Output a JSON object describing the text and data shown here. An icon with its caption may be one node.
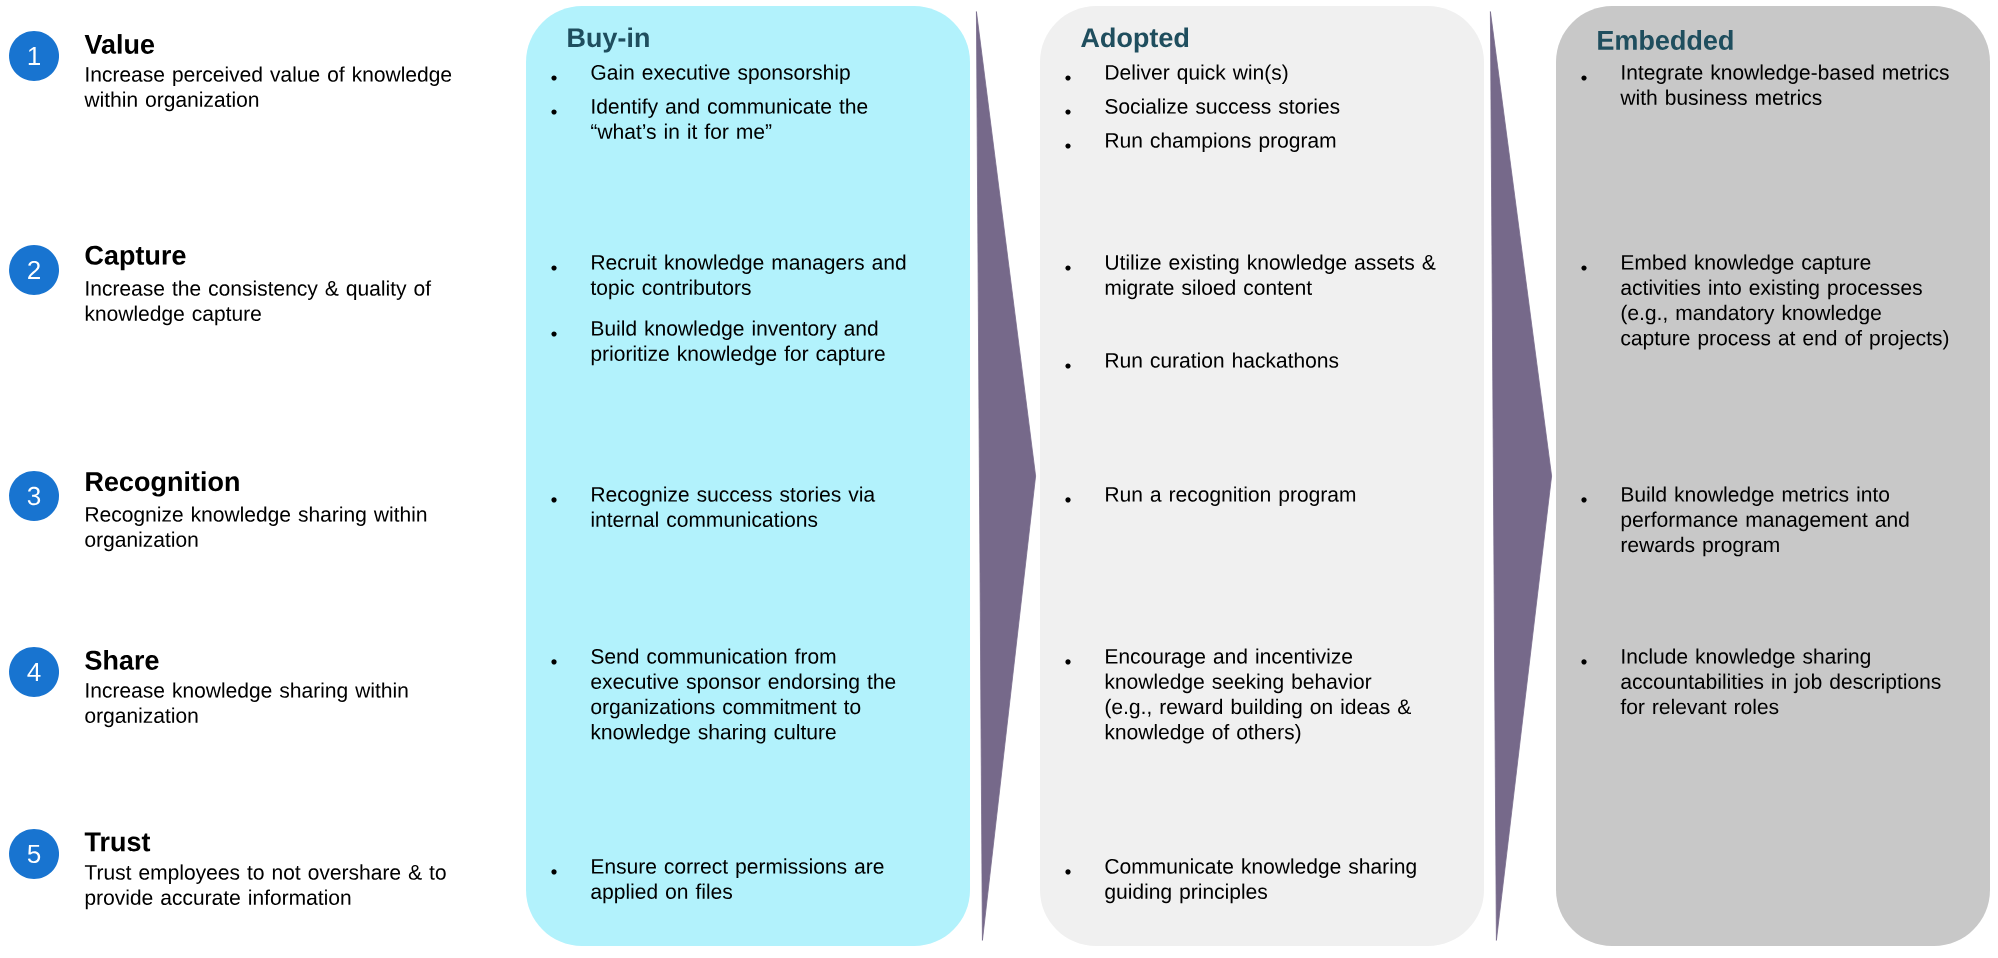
{
  "diagram": {
    "nodes": [
      {
        "text": [
          "1"
        ],
        "beside": [
          "Value",
          "Increase perceived value of knowledge within organization"
        ]
      },
      {
        "text": [
          "2"
        ],
        "beside": [
          "Capture",
          "Increase the consistency & quality of knowledge capture"
        ]
      },
      {
        "text": [
          "3"
        ],
        "beside": [
          "Recognition",
          "Recognize knowledge sharing within organization"
        ]
      },
      {
        "text": [
          "4"
        ],
        "beside": [
          "Share",
          "Increase knowledge sharing within organization"
        ]
      },
      {
        "text": [
          "5"
        ],
        "beside": [
          "Trust",
          "Trust employees to not overshare & to provide accurate information"
        ]
      },
      {
        "text": [
          "Buy-in",
          "Gain executive sponsorship",
          "Identify and communicate the “what’s in it for me”",
          "Recruit knowledge managers and topic contributors",
          "Build knowledge inventory and prioritize knowledge for capture",
          "Recognize success stories via internal communications",
          "Send communication from executive sponsor endorsing the organizations commitment to knowledge sharing culture",
          "Ensure correct permissions are applied on files"
        ]
      },
      {
        "text": [
          "Adopted",
          "Deliver quick win(s)",
          "Socialize success stories",
          "Run champions program",
          "Utilize existing knowledge assets & migrate siloed content",
          "Run curation hackathons",
          "Run a recognition program",
          "Encourage and incentivize knowledge seeking behavior (e.g., reward building on ideas & knowledge of others)",
          "Communicate knowledge sharing guiding principles"
        ]
      },
      {
        "text": [
          "Embedded",
          "Integrate knowledge-based metrics with business metrics",
          "Embed knowledge capture activities into existing processes (e.g., mandatory knowledge capture process at end of projects)",
          "Build knowledge metrics into performance management and rewards program",
          "Include knowledge sharing accountabilities in job descriptions for relevant roles"
        ]
      }
    ],
    "edges": [
      {
        "from": 5,
        "to": 6,
        "arrow": "to"
      },
      {
        "from": 6,
        "to": 7,
        "arrow": "to"
      }
    ]
  }
}
